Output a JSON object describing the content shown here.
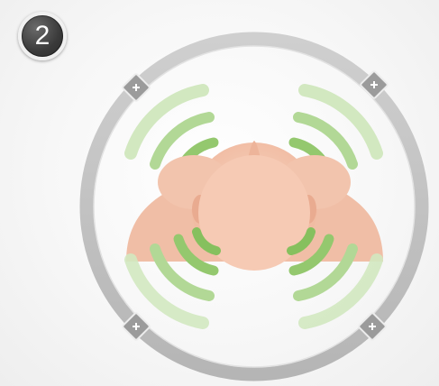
{
  "step_badge": {
    "number": "2"
  },
  "colors": {
    "ring": "#c4c4c4",
    "ring_shadow": "#a8a8a8",
    "head_skin": "#f2c3ac",
    "wave_strong": "#8fc66a",
    "wave_medium": "#a8d48a",
    "wave_faint": "#cfe6bc",
    "mount_fill": "#9a9a9a"
  },
  "icons": {
    "mount_points": [
      "plus-icon",
      "plus-icon",
      "plus-icon",
      "plus-icon"
    ],
    "sound_waves": [
      "wave-upper-left",
      "wave-upper-right",
      "wave-lower-left",
      "wave-lower-right"
    ]
  }
}
